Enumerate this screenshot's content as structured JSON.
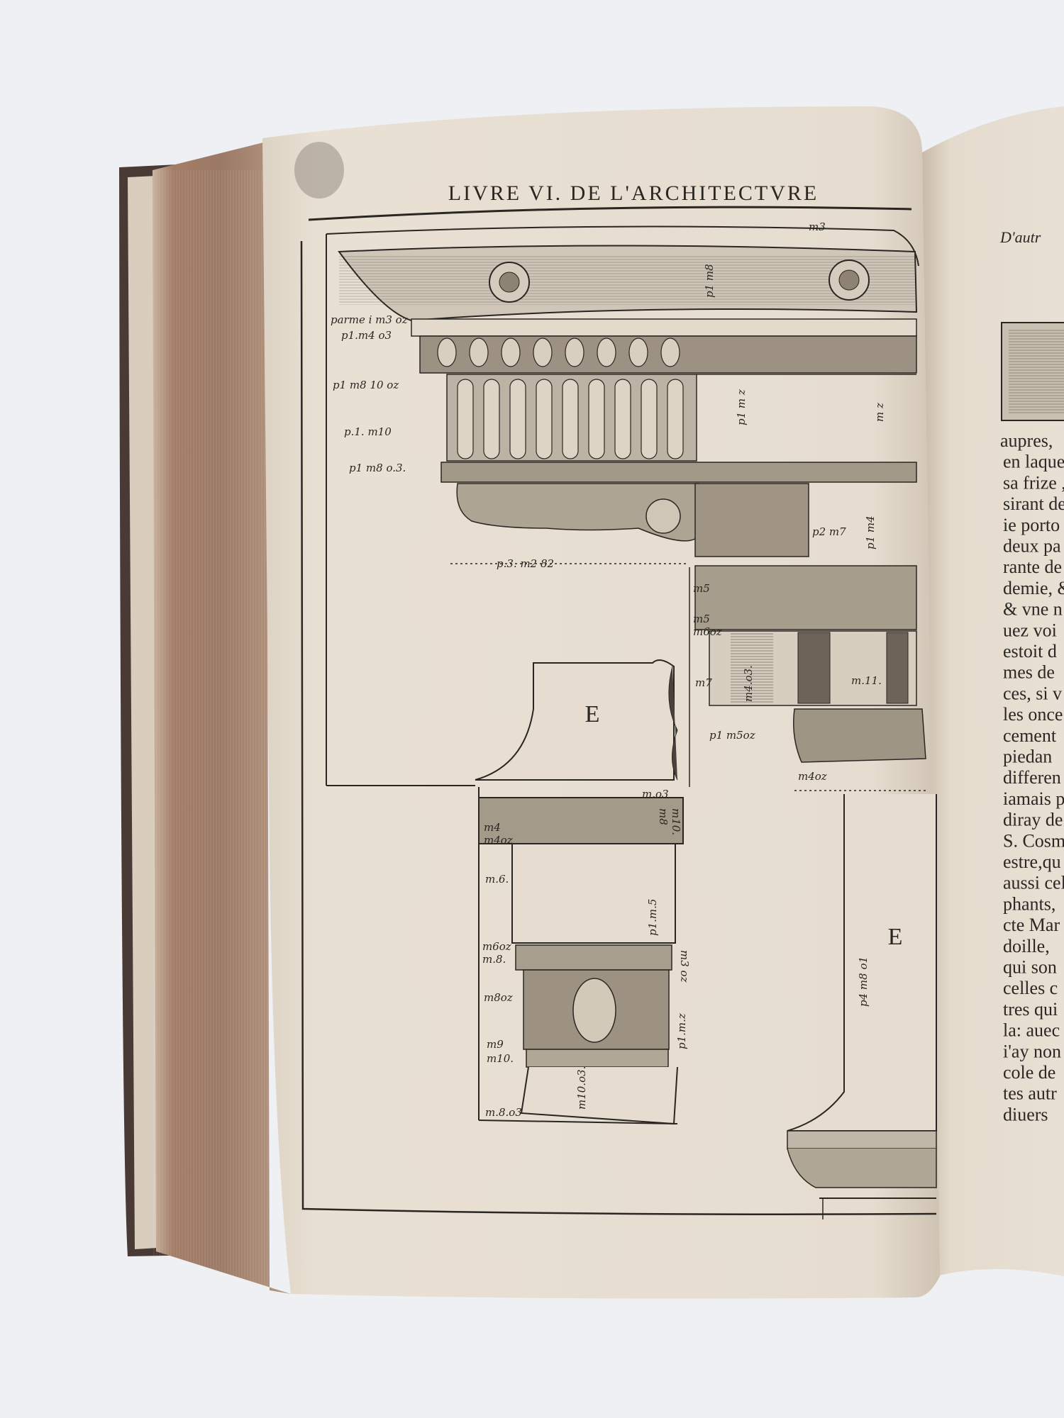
{
  "left_page": {
    "running_head": "LIVRE VI. DE L'ARCHITECTVRE",
    "plate_labels": {
      "upper_left": [
        "parme i m3 oz",
        "p1.m4 o3",
        "p1 m8 10 oz",
        "p.1. m10",
        "p1 m8 o.3."
      ],
      "bracket_width": "p.3. m2 82",
      "lower_left": [
        "m4",
        "m4oz",
        "m.6.",
        "m6oz",
        "m.8.",
        "m8oz",
        "m9",
        "m10.",
        "m.8.o3"
      ],
      "lower_inner": [
        "m.o3",
        "m8",
        "m10.",
        "p1.m.5",
        "m3 oz",
        "p1.m.z",
        "m10.o3."
      ],
      "upper_right": [
        "m3",
        "p1 m8",
        "p1 m z",
        "m z",
        "p2 m7",
        "p1 m4",
        "m5",
        "m5",
        "m6oz",
        "m7",
        "p1 m5oz",
        "m.11.",
        "m4oz",
        "m4.o3."
      ],
      "shaft_vertical": "p4 m8 o1",
      "plate_letter_1": "E",
      "plate_letter_2": "E"
    }
  },
  "right_page": {
    "running_head": "D'autr",
    "body_lines": [
      "aupres,",
      "en laque",
      "sa frize ,",
      "sirant de",
      "ie porto",
      "deux pa",
      "rante de",
      "demie, &",
      "& vne n",
      "uez voi",
      "estoit d",
      "mes de",
      "ces, si v",
      "les once",
      "cement",
      "piedan",
      "differen",
      "iamais p",
      "diray de",
      "S. Cosm",
      "estre,qu",
      "aussi cel",
      "phants,",
      "cte Mar",
      "doille,",
      "qui son",
      "celles c",
      "tres qui",
      "la: auec",
      "i'ay non",
      "cole de",
      "tes autr",
      "diuers"
    ]
  },
  "colors": {
    "background": "#eef0f4",
    "paper": "#e6ddd0",
    "ink": "#2a2622",
    "page_edge": "#a2806a",
    "binding": "#4a3a36"
  }
}
